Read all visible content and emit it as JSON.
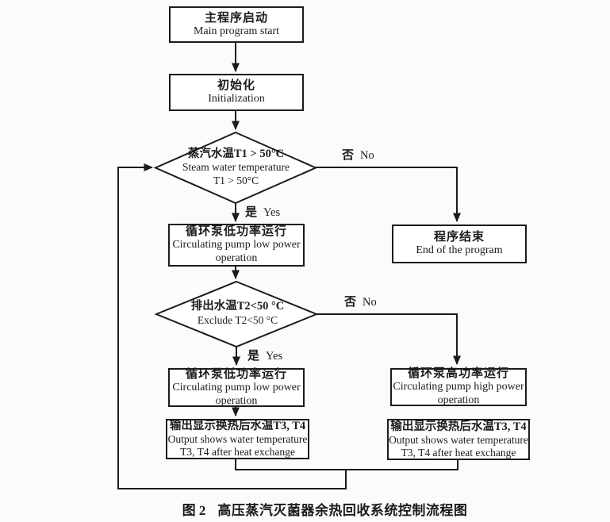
{
  "figure": {
    "caption_label": "图 2",
    "caption_title": "高压蒸汽灭菌器余热回收系统控制流程图"
  },
  "nodes": {
    "start": {
      "zh": "主程序启动",
      "en": "Main program start"
    },
    "init": {
      "zh": "初始化",
      "en": "Initialization"
    },
    "decision_steam": {
      "zh": "蒸汽水温T1 > 50°C",
      "en_line1": "Steam water temperature",
      "en_line2": "T1 > 50°C"
    },
    "end_program": {
      "zh": "程序结束",
      "en": "End of the program"
    },
    "pump_low_1": {
      "zh": "循环泵低功率运行",
      "en_line1": "Circulating pump low power",
      "en_line2": "operation"
    },
    "decision_exhaust": {
      "zh": "排出水温T2<50 °C",
      "en": "Exclude T2<50 °C"
    },
    "pump_low_2": {
      "zh": "循环泵低功率运行",
      "en_line1": "Circulating pump low power",
      "en_line2": "operation"
    },
    "pump_high": {
      "zh": "循环泵高功率运行",
      "en_line1": "Circulating pump high power",
      "en_line2": "operation"
    },
    "output_left": {
      "zh": "输出显示换热后水温T3, T4",
      "en_line1": "Output shows water temperature",
      "en_line2": "T3, T4 after heat exchange"
    },
    "output_right": {
      "zh": "输出显示换热后水温T3, T4",
      "en_line1": "Output shows water temperature",
      "en_line2": "T3, T4 after heat exchange"
    }
  },
  "edge_labels": {
    "no1": {
      "zh": "否",
      "en": "No"
    },
    "yes1": {
      "zh": "是",
      "en": "Yes"
    },
    "no2": {
      "zh": "否",
      "en": "No"
    },
    "yes2": {
      "zh": "是",
      "en": "Yes"
    }
  },
  "colors": {
    "line": "#1b1b1b",
    "text": "#1b1b1b",
    "background": "#fbfbfa",
    "node_fill": "#ffffff"
  }
}
